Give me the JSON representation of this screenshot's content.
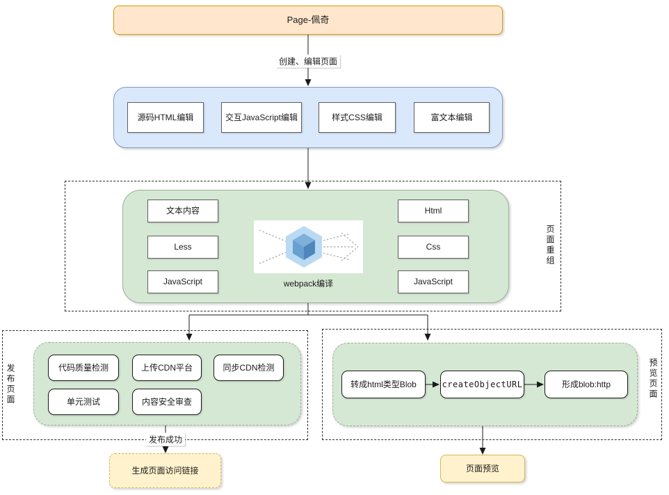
{
  "top_box": {
    "label": "Page-佩奇"
  },
  "edges": {
    "create_edit": "创建、编辑页面",
    "publish_success": "发布成功"
  },
  "edit_tools": {
    "items": [
      {
        "label": "源码HTML编辑"
      },
      {
        "label": "交互JavaScript编辑"
      },
      {
        "label": "样式CSS编辑"
      },
      {
        "label": "富文本编辑"
      }
    ]
  },
  "recompose": {
    "side_label": "页面重组",
    "inputs": [
      {
        "label": "文本内容"
      },
      {
        "label": "Less"
      },
      {
        "label": "JavaScript"
      }
    ],
    "compiler": {
      "label": "webpack编译",
      "icon": "webpack-cube-icon"
    },
    "outputs": [
      {
        "label": "Html"
      },
      {
        "label": "Css"
      },
      {
        "label": "JavaScript"
      }
    ]
  },
  "publish": {
    "side_label": "发布页面",
    "checks_row1": [
      {
        "label": "代码质量检测"
      },
      {
        "label": "上传CDN平台"
      },
      {
        "label": "同步CDN检测"
      }
    ],
    "checks_row2": [
      {
        "label": "单元测试"
      },
      {
        "label": "内容安全审查"
      }
    ],
    "result_label": "生成页面访问链接"
  },
  "preview": {
    "side_label": "预览页面",
    "steps": [
      {
        "label": "转成html类型Blob"
      },
      {
        "label": "createObjectURL"
      },
      {
        "label": "形成blob:http"
      }
    ],
    "result_label": "页面预览"
  },
  "colors": {
    "orange_fill": "#ffe6cc",
    "orange_stroke": "#d79b00",
    "yellow_fill": "#fff2cc",
    "yellow_stroke": "#d6b656",
    "blue_fill": "#dae8fc",
    "blue_stroke": "#8099c0",
    "green_fill": "#d5e8d4",
    "green_stroke": "#9bb09a",
    "webpack_outer": "#aed4f2",
    "webpack_inner": "#5d92c6"
  }
}
